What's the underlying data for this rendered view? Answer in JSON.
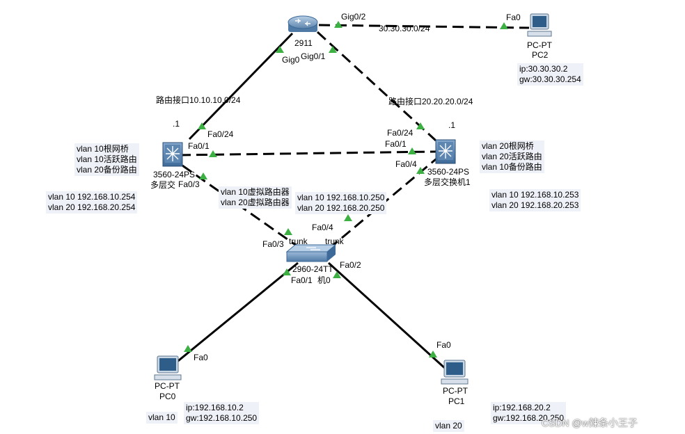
{
  "devices": {
    "router": {
      "model": "2911",
      "icon": "router-icon"
    },
    "pc2": {
      "type": "PC-PT",
      "name": "PC2",
      "icon": "pc-icon"
    },
    "msw0": {
      "model": "3560-24PS",
      "name": "多层交",
      "icon": "multilayer-switch-icon"
    },
    "msw1": {
      "model": "3560-24PS",
      "name": "多层交换机1",
      "icon": "multilayer-switch-icon"
    },
    "sw": {
      "model": "2960-24TT",
      "name": "机0",
      "icon": "switch-icon"
    },
    "pc0": {
      "type": "PC-PT",
      "name": "PC0",
      "icon": "pc-icon"
    },
    "pc1": {
      "type": "PC-PT",
      "name": "PC1",
      "icon": "pc-icon"
    }
  },
  "ports": {
    "r_gig02": "Gig0/2",
    "r_gig0_left": "Gig0",
    "r_gig01": "Gig0/1",
    "pc2_fa0": "Fa0",
    "m0_fa024": "Fa0/24",
    "m0_fa01": "Fa0/1",
    "m0_fa03": "Fa0/3",
    "m1_fa024": "Fa0/24",
    "m1_fa01": "Fa0/1",
    "m1_fa04": "Fa0/4",
    "sw_fa03": "Fa0/3",
    "sw_fa04": "Fa0/4",
    "sw_fa01": "Fa0/1",
    "sw_fa02": "Fa0/2",
    "pc0_fa0": "Fa0",
    "pc1_fa0": "Fa0"
  },
  "links": {
    "router_pc2_net": "30.30.30.0/24",
    "router_m0_net": "路由接口10.10.10.0/24",
    "router_m1_net": "路由接口20.20.20.0/24",
    "m0_suffix": ".1",
    "m1_suffix": ".1",
    "trunk_left": "trunk",
    "trunk_right": "trunk"
  },
  "notes": {
    "pc2": [
      "ip:30.30.30.2",
      "gw:30.30.30.254"
    ],
    "m0_stp": [
      "vlan 10根网桥",
      "vlan 10活跃路由",
      "vlan 20备份路由"
    ],
    "m0_ip": [
      "vlan 10 192.168.10.254",
      "vlan 20 192.168.20.254"
    ],
    "virtual": [
      "vlan 10虚拟路由器",
      "vlan 20虚拟路由器"
    ],
    "m1_vlan_center": [
      "vlan 10 192.168.10.250",
      "vlan 20 192.168.20.250"
    ],
    "m1_stp": [
      "vlan 20根网桥",
      "vlan 20活跃路由",
      "vlan 10备份路由"
    ],
    "m1_ip": [
      "vlan 10 192.168.10.253",
      "vlan 20 192.168.20.253"
    ],
    "pc0": [
      "ip:192.168.10.2",
      "gw:192.168.10.250"
    ],
    "pc0_vlan": "vlan 10",
    "pc1": [
      "ip:192.168.20.2",
      "gw:192.168.20.250"
    ],
    "pc1_vlan": "vlan 20"
  },
  "watermark": "CSDN @w辣条小王子",
  "colors": {
    "link": "#000000",
    "port_up": "#3cb043",
    "note_bg": "#eef1f7"
  }
}
